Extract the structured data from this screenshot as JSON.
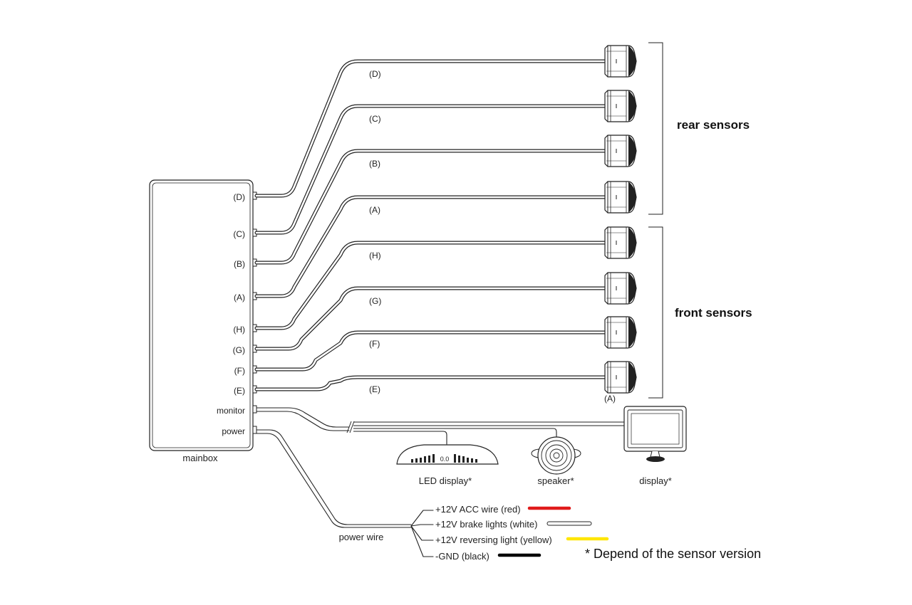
{
  "mainbox": {
    "label": "mainbox",
    "ports": [
      {
        "id": "D",
        "text": "(D)"
      },
      {
        "id": "C",
        "text": "(C)"
      },
      {
        "id": "B",
        "text": "(B)"
      },
      {
        "id": "A",
        "text": "(A)"
      },
      {
        "id": "H",
        "text": "(H)"
      },
      {
        "id": "G",
        "text": "(G)"
      },
      {
        "id": "F",
        "text": "(F)"
      },
      {
        "id": "E",
        "text": "(E)"
      },
      {
        "id": "monitor",
        "text": "monitor"
      },
      {
        "id": "power",
        "text": "power"
      }
    ]
  },
  "sensor_cables": [
    {
      "id": "D",
      "text": "(D)"
    },
    {
      "id": "C",
      "text": "(C)"
    },
    {
      "id": "B",
      "text": "(B)"
    },
    {
      "id": "A",
      "text": "(A)"
    },
    {
      "id": "H",
      "text": "(H)"
    },
    {
      "id": "G",
      "text": "(G)"
    },
    {
      "id": "F",
      "text": "(F)"
    },
    {
      "id": "E",
      "text": "(E)"
    }
  ],
  "groups": {
    "rear": "rear sensors",
    "front": "front sensors"
  },
  "sensor_tag": "(A)",
  "devices": {
    "led": {
      "label": "LED display*",
      "readout": "0.0"
    },
    "speaker": {
      "label": "speaker*"
    },
    "display": {
      "label": "display*"
    }
  },
  "power_wire": {
    "label": "power wire",
    "wires": [
      {
        "text": "+12V ACC wire (red)",
        "color": "#e01b1b",
        "outlined": false
      },
      {
        "text": "+12V brake lights (white)",
        "color": "#ffffff",
        "outlined": true
      },
      {
        "text": "+12V reversing light (yellow)",
        "color": "#ffe600",
        "outlined": false
      },
      {
        "text": "-GND (black)",
        "color": "#000000",
        "outlined": false
      }
    ]
  },
  "note": "* Depend of the sensor version"
}
